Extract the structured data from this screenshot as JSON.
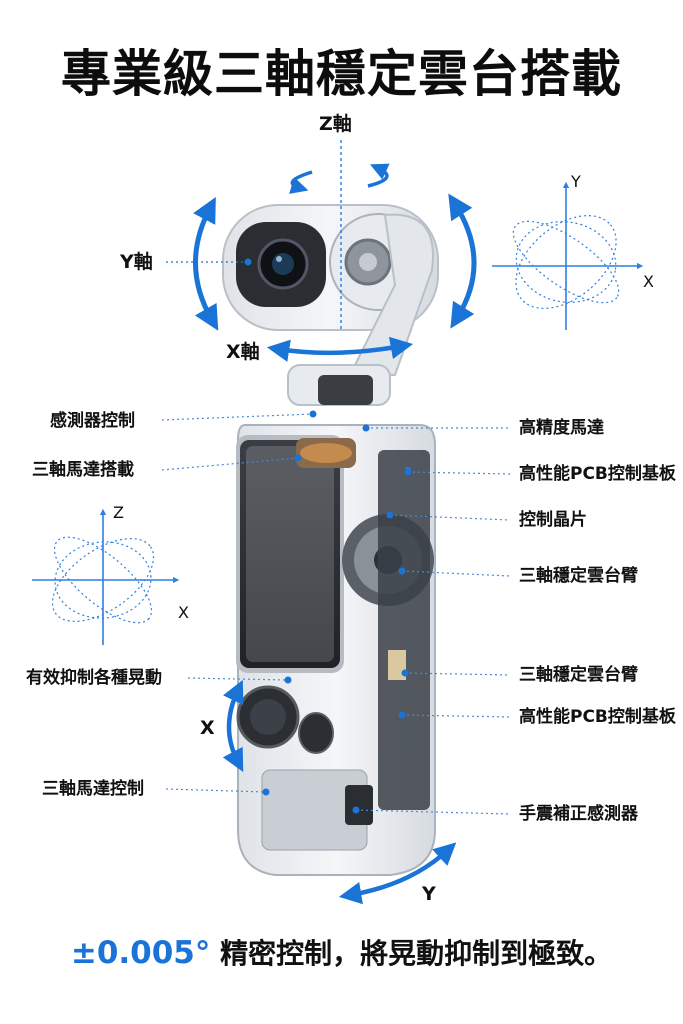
{
  "title": "專業級三軸穩定雲台搭載",
  "axes": {
    "z_axis": "Z軸",
    "y_axis": "Y軸",
    "x_axis": "X軸"
  },
  "diagram_right": {
    "y": "Y",
    "x": "X"
  },
  "diagram_left": {
    "z": "Z",
    "x": "X"
  },
  "left_labels": {
    "sensor_control": "感測器控制",
    "motor_mount": "三軸馬達搭載",
    "suppress_shake": "有效抑制各種晃動",
    "motor_control": "三軸馬達控制"
  },
  "right_labels": {
    "precision_motor": "高精度馬達",
    "pcb_board_1": "高性能PCB控制基板",
    "control_chip": "控制晶片",
    "gimbal_arm_1": "三軸穩定雲台臂",
    "gimbal_arm_2": "三軸穩定雲台臂",
    "pcb_board_2": "高性能PCB控制基板",
    "shake_sensor": "手震補正感測器"
  },
  "rotation_labels": {
    "x": "X",
    "y": "Y"
  },
  "footer": {
    "highlight": "±0.005°",
    "text": "精密控制，將晃動抑制到極致。"
  },
  "colors": {
    "accent": "#1a73d6",
    "text": "#111111"
  }
}
